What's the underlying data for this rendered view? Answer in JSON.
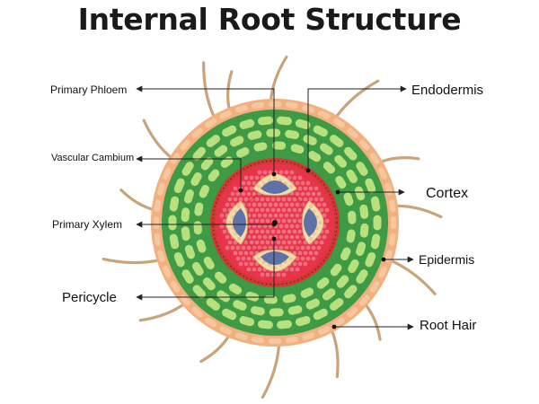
{
  "title": "Internal Root Structure",
  "labels": {
    "primary_phloem": "Primary Phloem",
    "vascular_cambium": "Vascular Cambium",
    "primary_xylem": "Primary Xylem",
    "pericycle": "Pericycle",
    "endodermis": "Endodermis",
    "cortex": "Cortex",
    "epidermis": "Epidermis",
    "root_hair": "Root Hair"
  },
  "colors": {
    "root_hair": "#c9a47a",
    "epidermis_outer": "#f2b07e",
    "epidermis_cells": "#f6c79f",
    "cortex_bg": "#3f9a45",
    "cortex_cells": "#b8e07c",
    "endodermis": "#cf3a34",
    "pericycle": "#e8344a",
    "xylem_cells": "#f08a94",
    "phloem": "#5e72a8",
    "cambium": "#f3dcae",
    "leader_line": "#222222"
  }
}
